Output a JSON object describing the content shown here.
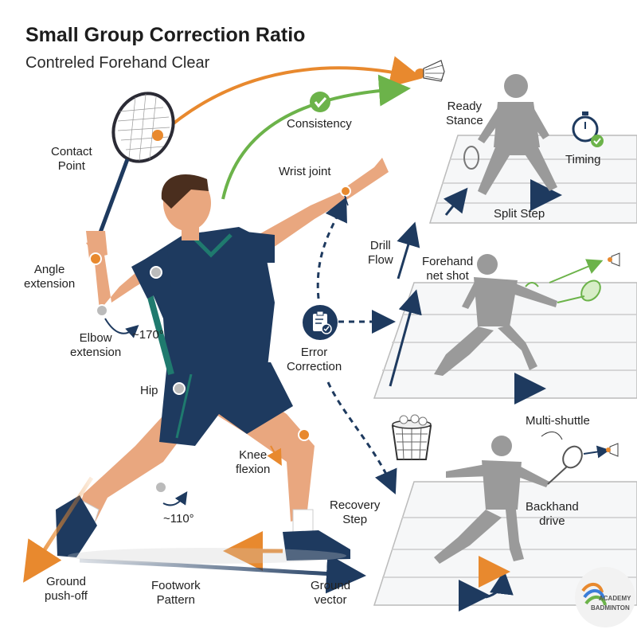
{
  "header": {
    "title": "Small Group Correction Ratio",
    "subtitle": "Contreled Forehand Clear"
  },
  "player_labels": {
    "contact_point": [
      "Contact",
      "Point"
    ],
    "angle_extension": [
      "Angle",
      "extension"
    ],
    "elbow_extension": [
      "Elbow",
      "extension"
    ],
    "elbow_angle": "~170°",
    "hip": "Hip",
    "knee_flexion": [
      "Knee",
      "flexion"
    ],
    "knee_angle": "~110°",
    "wrist_joint": "Wrist joint",
    "consistency": "Consistency",
    "ground_push_off": [
      "Ground",
      "push-off"
    ],
    "footwork_pattern": [
      "Footwork",
      "Pattern"
    ],
    "ground_vector": [
      "Ground",
      "vector"
    ]
  },
  "flow_labels": {
    "drill_flow": [
      "Drill",
      "Flow"
    ],
    "error_correction": [
      "Error",
      "Correction"
    ],
    "recovery_step": [
      "Recovery",
      "Step"
    ]
  },
  "drill_panels": [
    {
      "title": [
        "Ready",
        "Stance"
      ],
      "sub": "Split Step",
      "extra": "Timing"
    },
    {
      "title": [
        "Forehand",
        "net shot"
      ]
    },
    {
      "title": [
        "Backhand",
        "drive"
      ],
      "extra": "Multi-shuttle"
    }
  ],
  "logo": {
    "text": [
      "ACADEMY",
      "BADMINTON"
    ]
  },
  "colors": {
    "navy": "#1e3a5f",
    "teal": "#1f7a6e",
    "orange": "#e8892e",
    "green": "#6cb34a",
    "skin": "#e9a77f",
    "grey": "#9a9a9a"
  }
}
